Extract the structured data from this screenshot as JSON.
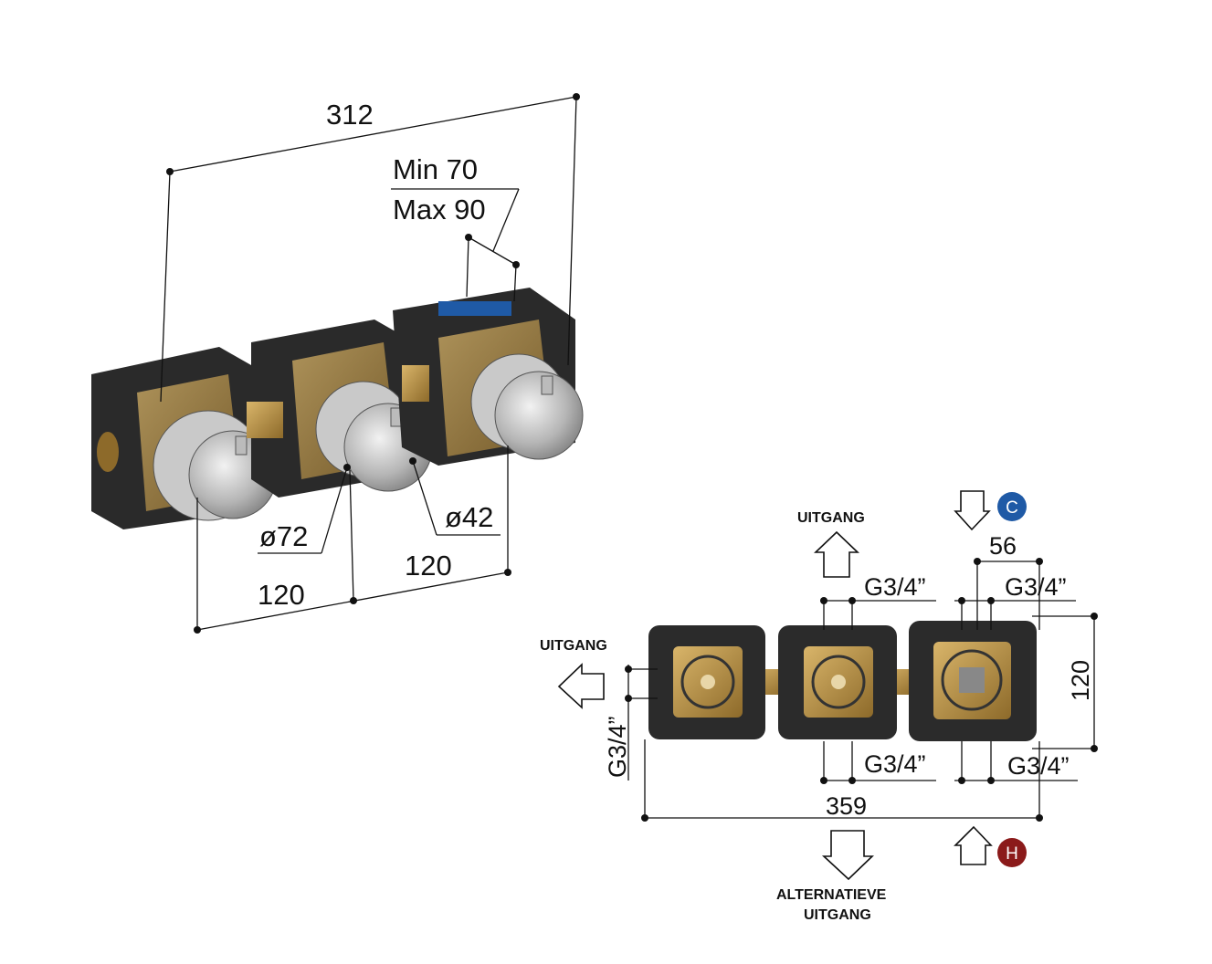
{
  "iso_view": {
    "total_width": "312",
    "depth_min": "Min 70",
    "depth_max": "Max 90",
    "plate_diameter": "ø72",
    "knob_diameter": "ø42",
    "spacing_1": "120",
    "spacing_2": "120"
  },
  "top_view": {
    "outlet_top": "UITGANG",
    "outlet_left": "UITGANG",
    "outlet_alt_line1": "ALTERNATIEVE",
    "outlet_alt_line2": "UITGANG",
    "cold_badge": "C",
    "hot_badge": "H",
    "thread_top_middle": "G3/4”",
    "thread_top_right": "G3/4”",
    "thread_bottom_middle": "G3/4”",
    "thread_bottom_right": "G3/4”",
    "thread_left": "G3/4”",
    "inlet_spacing": "56",
    "height": "120",
    "total_length": "359"
  },
  "colors": {
    "cold": "#1f5aa6",
    "hot": "#8b1a1a",
    "brass": "#b8913f",
    "body": "#2b2b2b"
  }
}
